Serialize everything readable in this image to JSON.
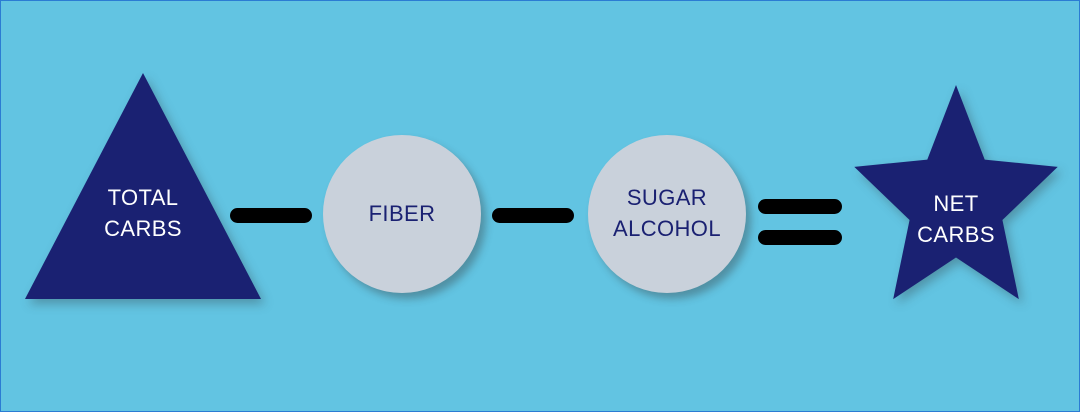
{
  "diagram": {
    "total_carbs": {
      "line1": "TOTAL",
      "line2": "CARBS"
    },
    "minus_1": "-",
    "fiber": {
      "label": "FIBER"
    },
    "minus_2": "-",
    "sugar_alcohol": {
      "line1": "SUGAR",
      "line2": "ALCOHOL"
    },
    "equals": "=",
    "net_carbs": {
      "line1": "NET",
      "line2": "CARBS"
    }
  },
  "colors": {
    "background": "#62c4e2",
    "shape_navy": "#1a2172",
    "circle_fill": "#c9d1db",
    "operator_black": "#000000",
    "label_on_navy": "#ffffff",
    "label_on_circle": "#1a2172",
    "frame_border": "#2b7cd3"
  }
}
